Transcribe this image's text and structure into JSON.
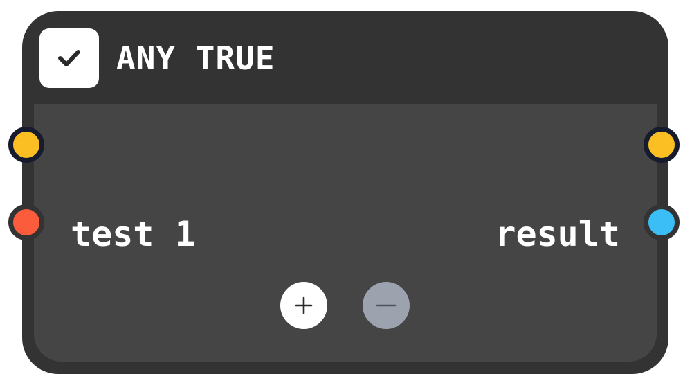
{
  "node": {
    "title": "ANY TRUE",
    "header_icon": "checkmark-icon",
    "inputs": [
      {
        "label": "test 1",
        "type": "data",
        "color": "#fb5d3c"
      }
    ],
    "outputs": [
      {
        "label": "result",
        "type": "data",
        "color": "#3bbdf6"
      }
    ],
    "flow_ports": {
      "color": "#fbbf24"
    },
    "controls": {
      "add_icon": "plus-icon",
      "remove_icon": "minus-icon"
    }
  }
}
